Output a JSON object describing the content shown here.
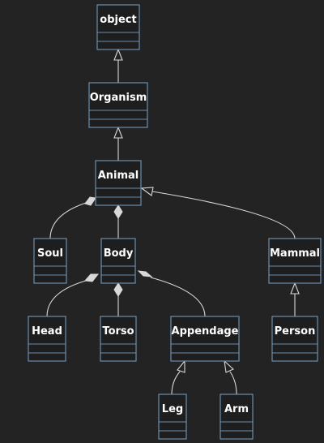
{
  "diagram": {
    "type": "uml-class-diagram",
    "classes": [
      {
        "id": "object",
        "name": "object"
      },
      {
        "id": "organism",
        "name": "Organism"
      },
      {
        "id": "animal",
        "name": "Animal"
      },
      {
        "id": "soul",
        "name": "Soul"
      },
      {
        "id": "body",
        "name": "Body"
      },
      {
        "id": "mammal",
        "name": "Mammal"
      },
      {
        "id": "head",
        "name": "Head"
      },
      {
        "id": "torso",
        "name": "Torso"
      },
      {
        "id": "appendage",
        "name": "Appendage"
      },
      {
        "id": "person",
        "name": "Person"
      },
      {
        "id": "leg",
        "name": "Leg"
      },
      {
        "id": "arm",
        "name": "Arm"
      }
    ],
    "relations": [
      {
        "from": "organism",
        "to": "object",
        "kind": "inheritance"
      },
      {
        "from": "animal",
        "to": "organism",
        "kind": "inheritance"
      },
      {
        "from": "mammal",
        "to": "animal",
        "kind": "inheritance"
      },
      {
        "from": "person",
        "to": "mammal",
        "kind": "inheritance"
      },
      {
        "from": "leg",
        "to": "appendage",
        "kind": "inheritance"
      },
      {
        "from": "arm",
        "to": "appendage",
        "kind": "inheritance"
      },
      {
        "from": "soul",
        "to": "animal",
        "kind": "composition"
      },
      {
        "from": "body",
        "to": "animal",
        "kind": "composition"
      },
      {
        "from": "head",
        "to": "body",
        "kind": "composition"
      },
      {
        "from": "torso",
        "to": "body",
        "kind": "composition"
      },
      {
        "from": "appendage",
        "to": "body",
        "kind": "composition"
      }
    ]
  },
  "colors": {
    "background": "#232323",
    "box_border": "#6b8fad",
    "text": "#ffffff",
    "edge": "#d8d8d8"
  }
}
